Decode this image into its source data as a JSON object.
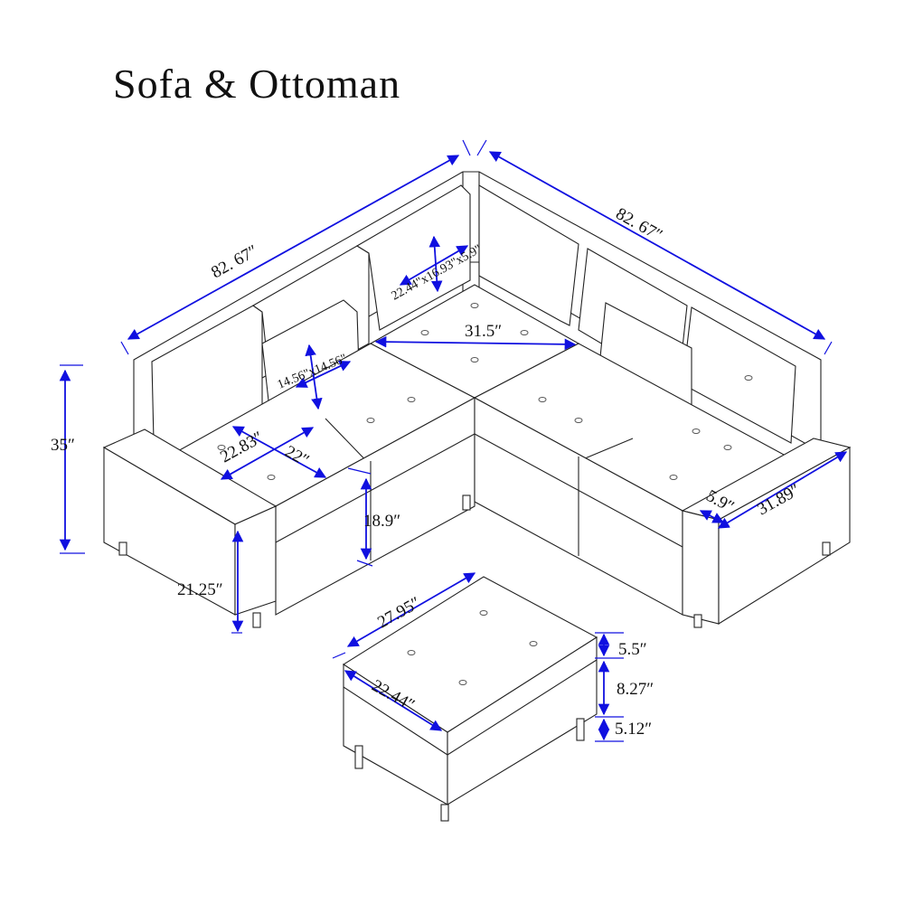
{
  "title": "Sofa & Ottoman",
  "dimensions": {
    "left_length": "82. 67″",
    "right_length": "82. 67″",
    "back_cushion": "22.44\"x16.93\"x5.9\"",
    "corner_seat": "31.5″",
    "pillow": "14.56\"x14.56\"",
    "total_height": "35″",
    "seat_depth": "22.83″",
    "seat_width": "22″",
    "seat_height": "18.9″",
    "arm_height": "21.25″",
    "arm_width": "5.9″",
    "chaise_depth": "31.89″",
    "ottoman_length": "27.95″",
    "ottoman_width": "22.44″",
    "ottoman_top": "5.5″",
    "ottoman_body": "8.27″",
    "ottoman_leg": "5.12″"
  },
  "colors": {
    "dimension_line": "#1010e0",
    "outline": "#222222"
  }
}
